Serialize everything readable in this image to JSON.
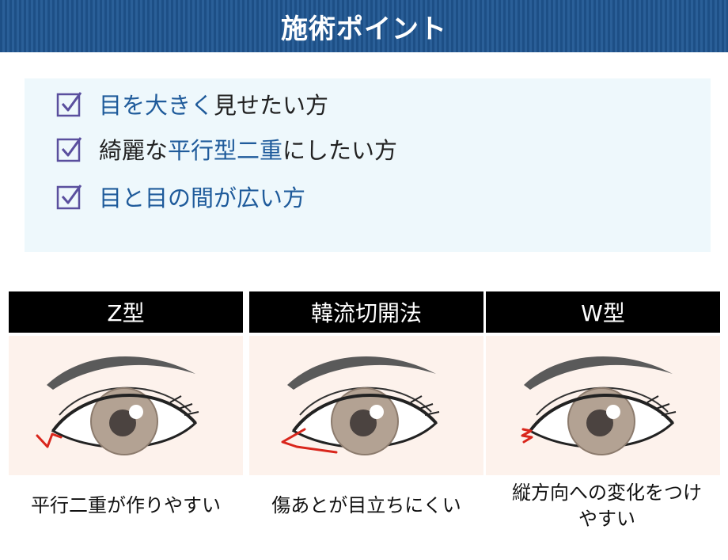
{
  "header": {
    "title": "施術ポイント"
  },
  "points": [
    {
      "parts": [
        {
          "text": "目を大きく",
          "hl": true
        },
        {
          "text": "見せたい方",
          "hl": false
        }
      ]
    },
    {
      "parts": [
        {
          "text": "綺麗な",
          "hl": false
        },
        {
          "text": "平行型二重",
          "hl": true
        },
        {
          "text": "にしたい方",
          "hl": false
        }
      ]
    },
    {
      "parts": [
        {
          "text": "目と目の間が広い方",
          "hl": true
        }
      ]
    }
  ],
  "panels": [
    {
      "title": "Z型",
      "caption": "平行二重が作りやすい",
      "mark": "z-incision-mark"
    },
    {
      "title": "韓流切開法",
      "caption": "傷あとが目立ちにくい",
      "mark": "korean-incision-mark"
    },
    {
      "title": "W型",
      "caption_lines": [
        "縦方向への変化をつけ",
        "やすい"
      ],
      "mark": "w-incision-mark"
    }
  ],
  "colors": {
    "header_bg": "#1d4f86",
    "highlight_text": "#1f5b9b",
    "points_bg": "#eef8fc",
    "checkbox": "#5a4f9e",
    "panel_title_bg": "#000000",
    "illustration_bg": "#fdf2ec",
    "incision_mark": "#d9261c"
  }
}
